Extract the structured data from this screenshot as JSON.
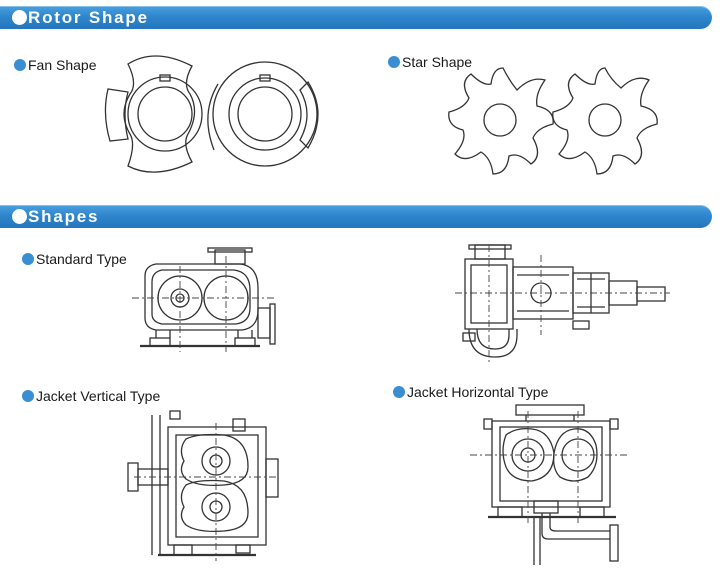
{
  "sections": [
    {
      "heading": "Rotor Shape",
      "items": [
        {
          "label": "Fan Shape",
          "figure": "fan-rotor-drawing"
        },
        {
          "label": "Star Shape",
          "figure": "star-rotor-drawing"
        }
      ]
    },
    {
      "heading": "Shapes",
      "items": [
        {
          "label": "Standard Type",
          "figure": "standard-pump-drawing"
        },
        {
          "label": "",
          "figure": "standard-pump-side-drawing"
        },
        {
          "label": "Jacket Vertical Type",
          "figure": "jacket-vertical-pump-drawing"
        },
        {
          "label": "Jacket Horizontal Type",
          "figure": "jacket-horizontal-pump-drawing"
        }
      ]
    }
  ],
  "colors": {
    "banner": "#2f86cc",
    "bullet": "#3a8fd3",
    "banner_text": "#ffffff",
    "line_art": "#333333"
  }
}
